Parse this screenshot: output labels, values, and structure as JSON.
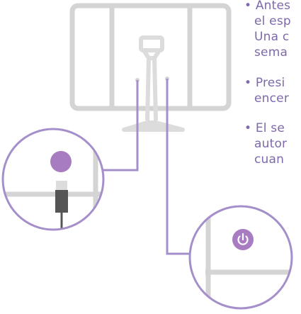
{
  "colors": {
    "text": "#7e69aa",
    "outline_gray": "#d4d4d4",
    "stand_gray": "#dcdcdc",
    "accent_purple": "#a77cc0",
    "callout_stroke": "#a48fca",
    "cable_dark": "#555555"
  },
  "illustration": {
    "monitor_icon": "monitor-rear-outline",
    "power_icon": "power-icon",
    "led_indicator": "power-led-dot"
  },
  "instructions": {
    "item1": {
      "line1": "• Antes",
      "line2": "el esp",
      "line3": "Una c",
      "line4": "sema"
    },
    "item2": {
      "line1": "• Presi",
      "line2": "encer"
    },
    "item3": {
      "line1": "• El se",
      "line2": "autor",
      "line3": "cuan"
    }
  }
}
